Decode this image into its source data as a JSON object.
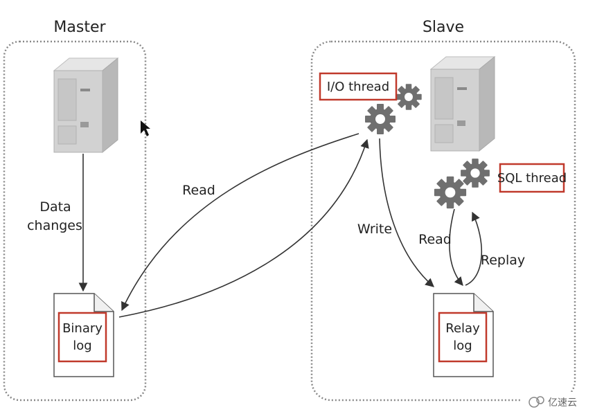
{
  "master": {
    "title": "Master",
    "data_changes_line1": "Data",
    "data_changes_line2": "changes",
    "binlog_line1": "Binary",
    "binlog_line2": "log"
  },
  "slave": {
    "title": "Slave",
    "io_thread": "I/O thread",
    "sql_thread": "SQL thread",
    "write": "Write",
    "read": "Read",
    "replay": "Replay",
    "relaylog_line1": "Relay",
    "relaylog_line2": "log"
  },
  "arrows": {
    "read": "Read"
  },
  "watermark": "亿速云",
  "colors": {
    "highlight_border": "#c0392b",
    "server": "#d4d4d4",
    "gear": "#6f6f6f",
    "dotted_border": "#888888"
  },
  "icons": [
    "server-icon",
    "gear-icon",
    "document-icon",
    "cursor-icon",
    "cloud-logo-icon"
  ]
}
